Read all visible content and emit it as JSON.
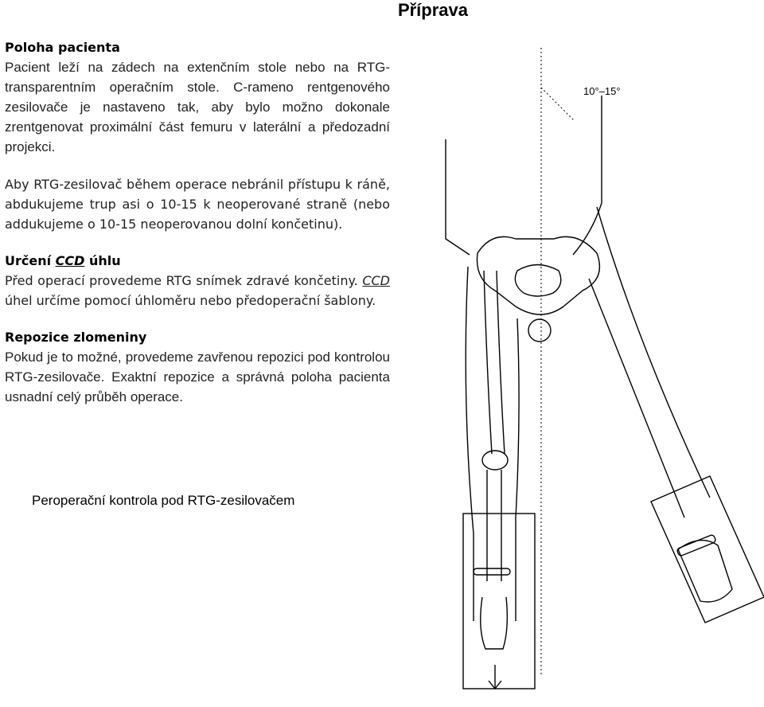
{
  "header": {
    "title": "Příprava"
  },
  "sections": {
    "patient_position": {
      "heading": "Poloha pacienta",
      "p1": "Pacient leží na zádech na extenčním stole nebo na RTG-transparentním operačním stole. C-rameno rentgenového zesilovače je nastaveno tak, aby bylo možno dokonale zrentgenovat proximální část femuru v laterální a předozadní projekci.",
      "p2": "Aby RTG-zesilovač během operace nebránil přístupu k ráně, abdukujeme trup asi o 10-15  k neoperované straně (nebo addukujeme o 10-15  neoperovanou dolní končetinu)."
    },
    "ccd": {
      "heading_prefix": "Určení ",
      "heading_ccd": "CCD",
      "heading_suffix": " úhlu",
      "line1": "Před operací provedeme RTG snímek zdravé končetiny.",
      "ccd_word": "CCD",
      "line2": " úhel určíme pomocí úhloměru nebo předoperační šablony."
    },
    "reduction": {
      "heading": "Repozice zlomeniny",
      "text": "Pokud je to možné, provedeme zavřenou repozici pod kontrolou RTG-zesilovače. Exaktní repozice a správná poloha pacienta usnadní celý průběh operace."
    }
  },
  "caption": "Peroperační kontrola pod RTG-zesilovačem",
  "figure": {
    "angle_label": "10°–15°"
  }
}
